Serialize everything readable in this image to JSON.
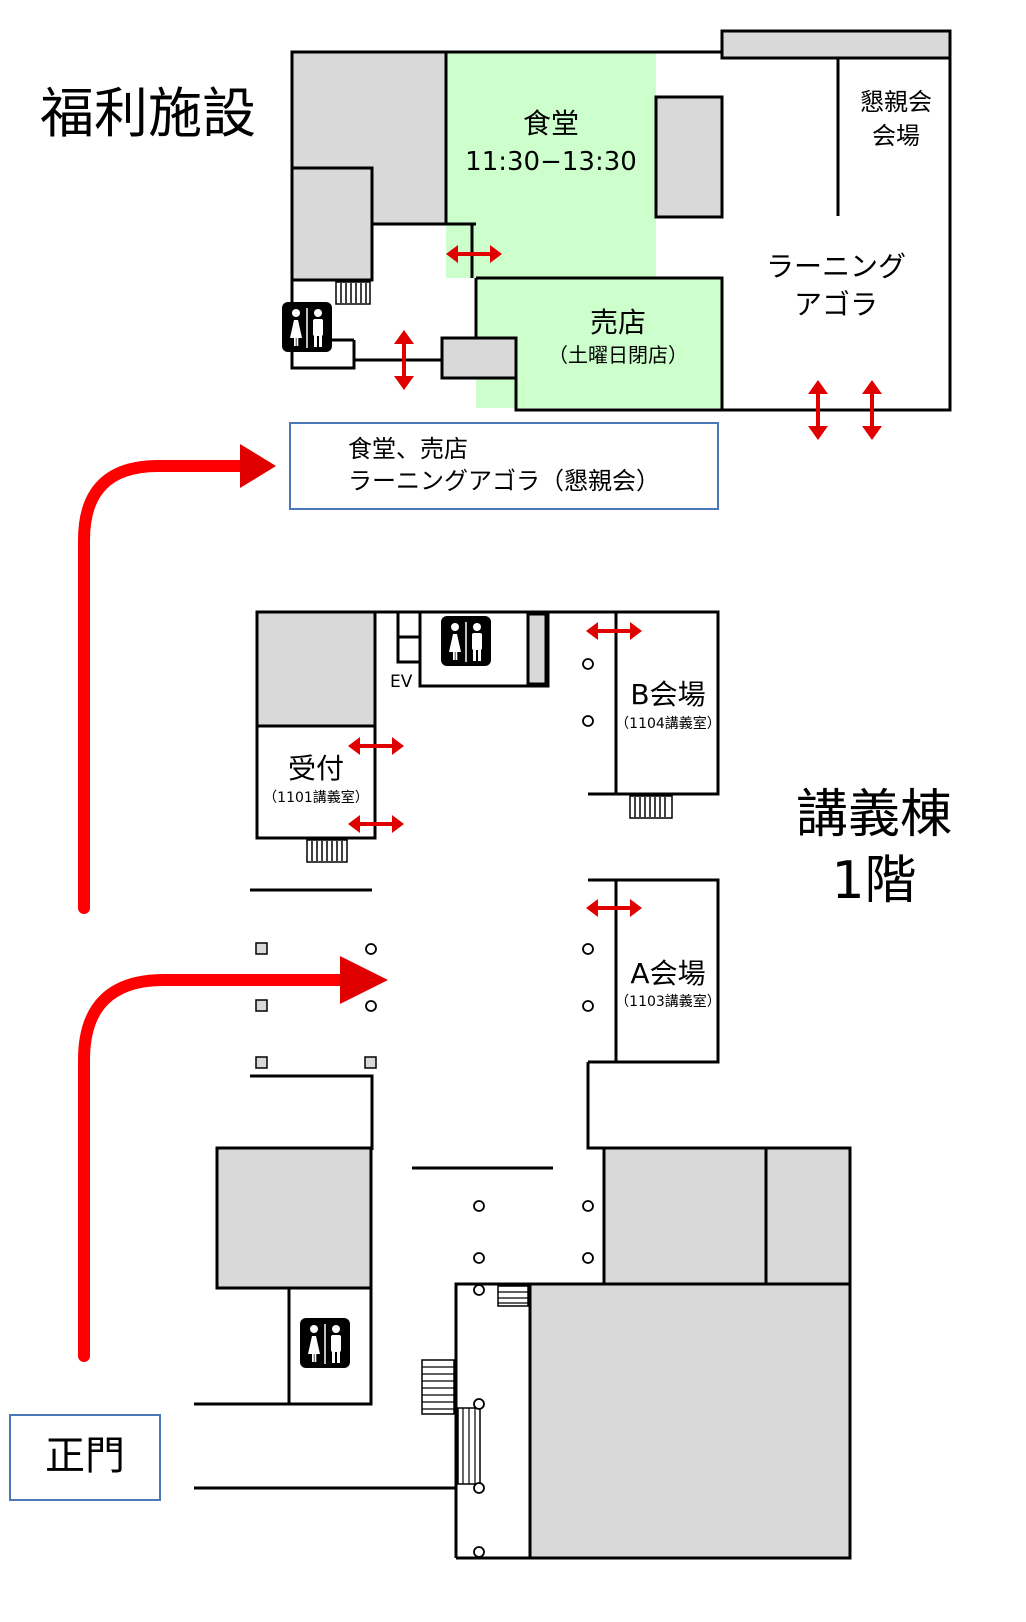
{
  "titles": {
    "welfare": "福利施設",
    "lecture_bldg_line1": "講義棟",
    "lecture_bldg_line2": "1階"
  },
  "rooms": {
    "cafeteria_name": "食堂",
    "cafeteria_hours": "11:30−13:30",
    "shop_name": "売店",
    "shop_note": "（土曜日閉店）",
    "social_line1": "懇親会",
    "social_line2": "会場",
    "agora_line1": "ラーニング",
    "agora_line2": "アゴラ",
    "b_hall": "B会場",
    "b_room": "（1104講義室）",
    "reception": "受付",
    "reception_room": "（1101講義室）",
    "a_hall": "A会場",
    "a_room": "（1103講義室）",
    "ev": "EV"
  },
  "info_box": {
    "line1": "食堂、売店",
    "line2": "ラーニングアゴラ（懇親会）"
  },
  "main_gate": "正門",
  "colors": {
    "route_red": "#ff0000",
    "door_arrow_red": "#e00000",
    "highlight_green": "#ccffcc",
    "block_gray": "#d9d9d9",
    "box_border_blue": "#4a78b8"
  },
  "icons": {
    "restroom": "restroom-icon",
    "route": "route-arrow-icon",
    "door": "double-arrow-icon"
  }
}
